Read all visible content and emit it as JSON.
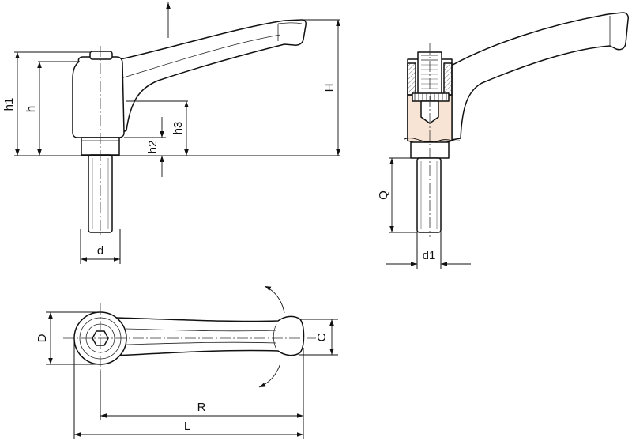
{
  "labels": {
    "h1": "h1",
    "h": "h",
    "h3": "h3",
    "h2": "h2",
    "H": "H",
    "d": "d",
    "Q": "Q",
    "d1": "d1",
    "D": "D",
    "C": "C",
    "R": "R",
    "L": "L"
  },
  "colors": {
    "line": "#111111",
    "section_fill": "#f7e4d4",
    "background": "#ffffff"
  }
}
